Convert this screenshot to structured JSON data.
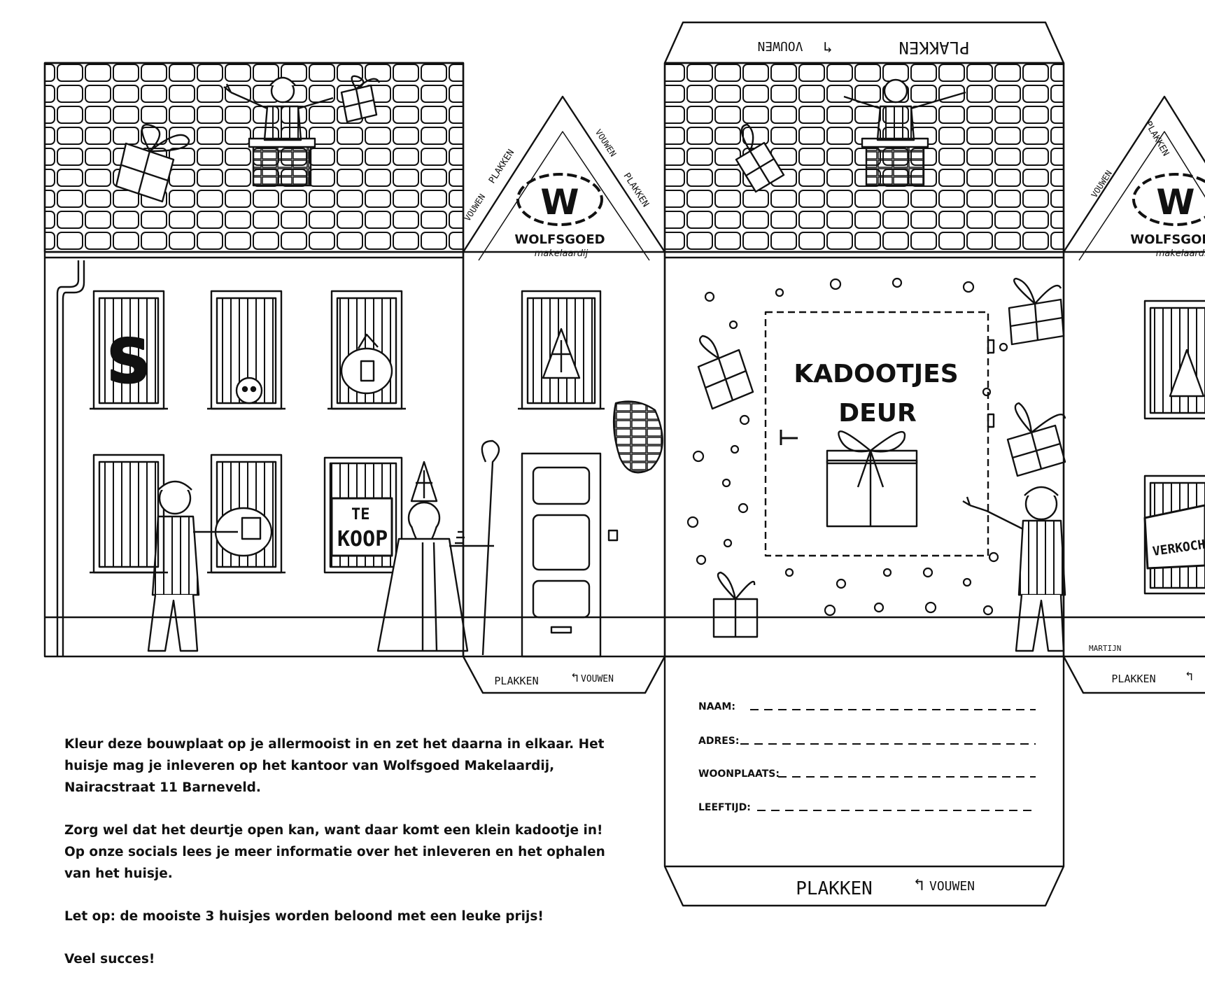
{
  "brand": {
    "name": "WOLFSGOED",
    "sub": "makelaardij",
    "mark": "W"
  },
  "labels": {
    "glue": "PLAKKEN",
    "fold": "VOUWEN",
    "fold_arrow": "↰"
  },
  "door_sign": {
    "line1": "KADOOTJES",
    "line2": "DEUR"
  },
  "window_signs": {
    "letter_s": "S",
    "te": "TE",
    "koop": "KOOP",
    "sold": "VERKOCHT"
  },
  "signature": "MARTIJN",
  "form": {
    "fields": [
      {
        "label": "NAAM:"
      },
      {
        "label": "ADRES:"
      },
      {
        "label": "WOONPLAATS:"
      },
      {
        "label": "LEEFTIJD:"
      }
    ]
  },
  "instructions": {
    "p1": "Kleur deze bouwplaat op je allermooist in en zet het daarna in elkaar. Het huisje mag je inleveren op het kantoor van Wolfsgoed Makelaardij, Nairacstraat 11 Barneveld.",
    "p2": "Zorg wel dat het deurtje open kan, want daar komt een klein kadootje in! Op onze socials lees je meer informatie over het inleveren en het ophalen van het huisje.",
    "p3": "Let op: de mooiste 3 huisjes worden beloond met een leuke prijs!",
    "p4": "Veel succes!"
  },
  "colors": {
    "ink": "#111111",
    "paper": "#ffffff"
  }
}
